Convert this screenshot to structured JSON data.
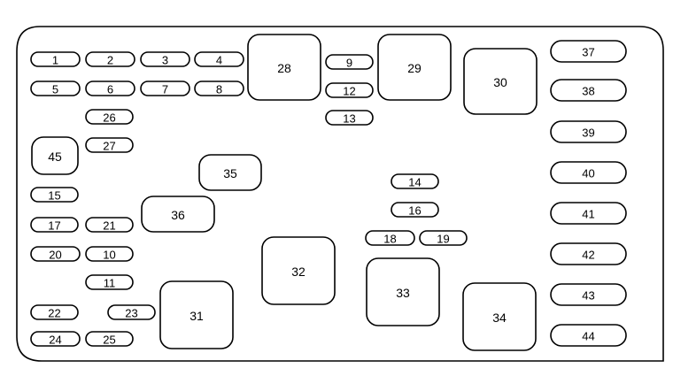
{
  "fuse_block": {
    "stroke_color": "#000000",
    "fill_color": "#ffffff",
    "fuses": [
      "1",
      "2",
      "3",
      "4",
      "5",
      "6",
      "7",
      "8",
      "9",
      "12",
      "13",
      "26",
      "27",
      "15",
      "17",
      "21",
      "20",
      "10",
      "11",
      "22",
      "23",
      "24",
      "25",
      "14",
      "16",
      "18",
      "19",
      "37",
      "38",
      "39",
      "40",
      "41",
      "42",
      "43",
      "44"
    ],
    "relays": [
      "28",
      "29",
      "30",
      "45",
      "35",
      "36",
      "32",
      "33",
      "31",
      "34"
    ]
  }
}
